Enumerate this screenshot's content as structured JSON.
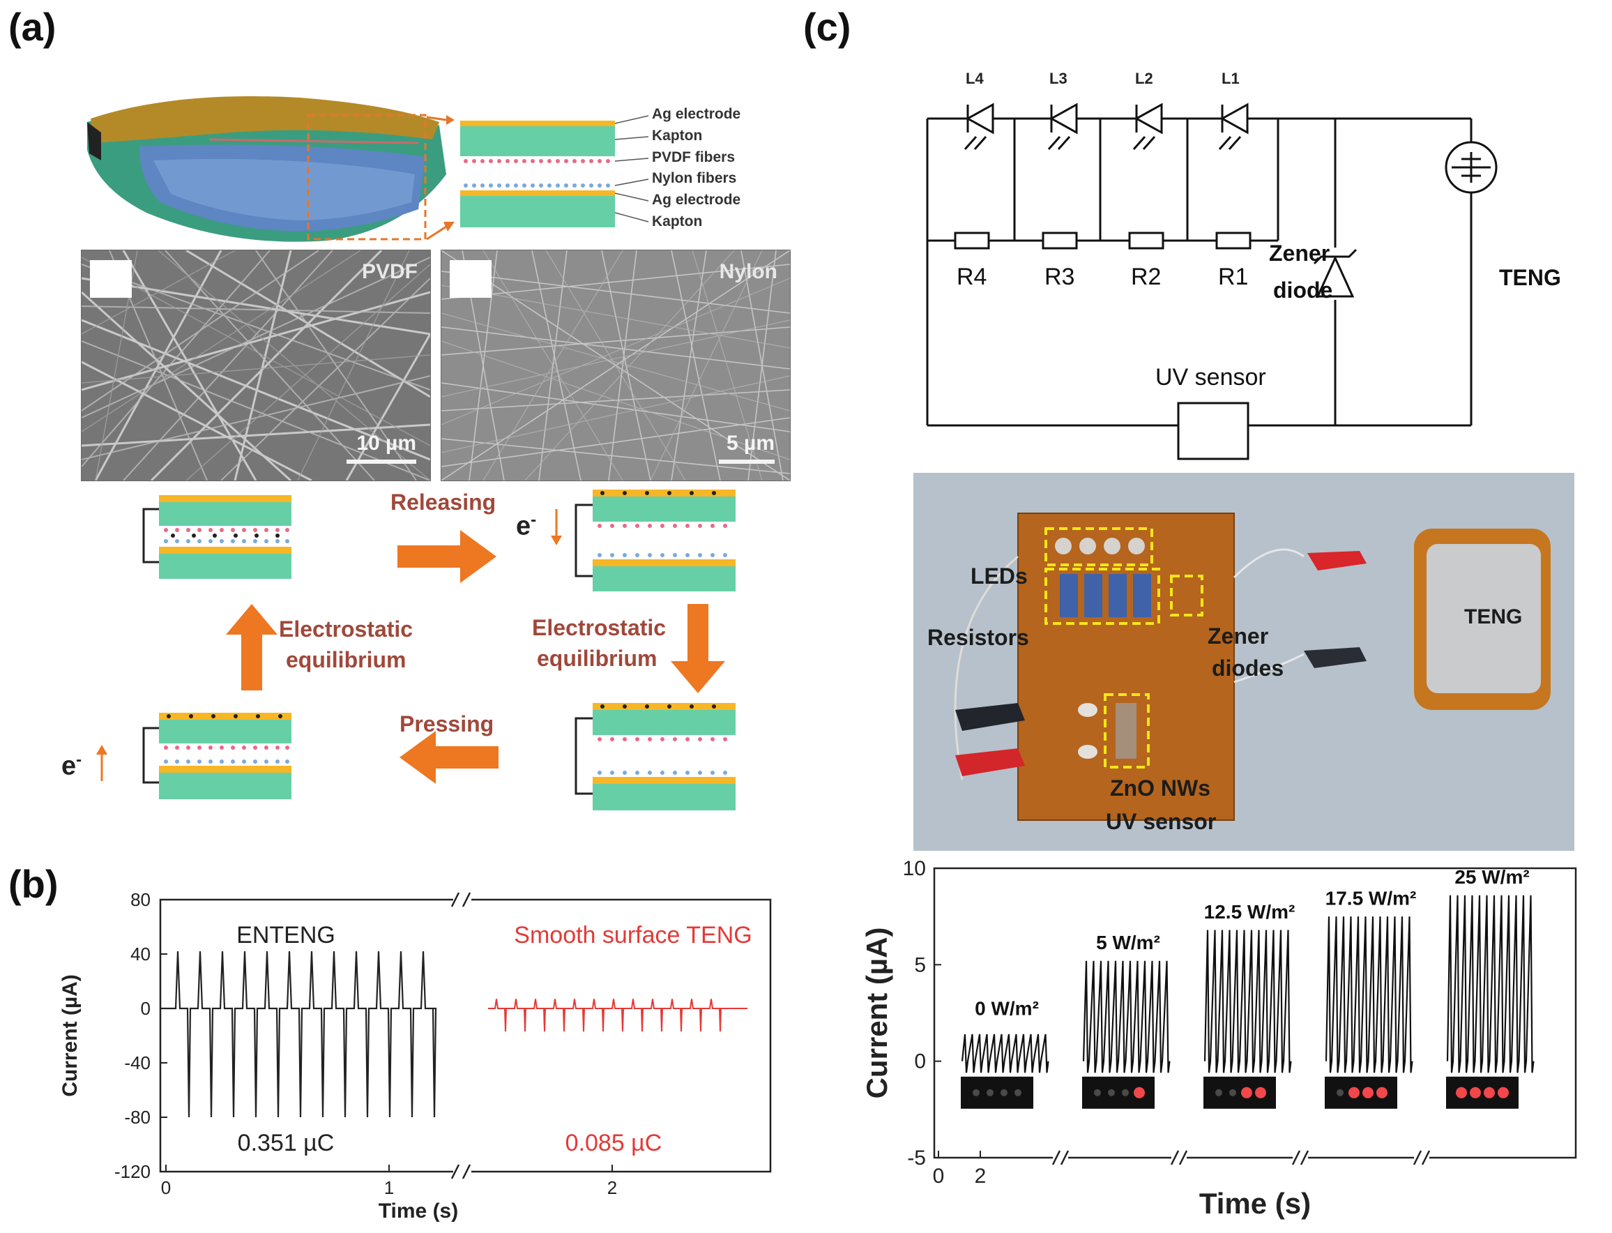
{
  "figure": {
    "panel_labels": {
      "a": "(a)",
      "b": "(b)",
      "c": "(c)"
    },
    "layer_stack": {
      "labels": [
        "Ag electrode",
        "Kapton",
        "PVDF fibers",
        "Nylon fibers",
        "Ag electrode",
        "Kapton"
      ]
    },
    "sem_images": [
      {
        "material": "PVDF",
        "scale": "10 µm"
      },
      {
        "material": "Nylon",
        "scale": "5 µm"
      }
    ],
    "mechanism": {
      "releasing": "Releasing",
      "pressing": "Pressing",
      "equilibrium_left_1": "Electrostatic",
      "equilibrium_left_2": "equilibrium",
      "equilibrium_right_1": "Electrostatic",
      "equilibrium_right_2": "equilibrium",
      "electron": "e",
      "electron_sup": "-"
    },
    "circuit": {
      "led_labels": [
        "L4",
        "L3",
        "L2",
        "L1"
      ],
      "resistor_labels": [
        "R4",
        "R3",
        "R2",
        "R1"
      ],
      "zener_1": "Zener",
      "zener_2": "diode",
      "teng": "TENG",
      "uv_sensor": "UV sensor"
    },
    "photo": {
      "leds": "LEDs",
      "resistors": "Resistors",
      "zener_1": "Zener",
      "zener_2": "diodes",
      "teng": "TENG",
      "zno": "ZnO NWs",
      "uv_sensor": "UV sensor"
    }
  },
  "chart_data": [
    {
      "type": "line",
      "panel": "b",
      "xlabel": "Time (s)",
      "ylabel": "Current (µA)",
      "ylim": [
        -120,
        80
      ],
      "yticks": [
        80,
        40,
        0,
        -40,
        -80,
        -120
      ],
      "xticks": [
        0,
        1,
        2
      ],
      "axis_break": true,
      "series": [
        {
          "name": "ENTENG",
          "color": "#222222",
          "pulses": 12,
          "peak_positive": 42,
          "peak_negative": -80,
          "charge": "0.351 µC"
        },
        {
          "name": "Smooth surface TENG",
          "color": "#e53935",
          "pulses": 12,
          "peak_positive": 7,
          "peak_negative": -17,
          "charge": "0.085 µC"
        }
      ]
    },
    {
      "type": "line",
      "panel": "c",
      "xlabel": "Time (s)",
      "ylabel": "Current (µA)",
      "ylim": [
        -5,
        10
      ],
      "yticks": [
        10,
        5,
        0,
        -5
      ],
      "xticks": [
        0,
        2
      ],
      "axis_breaks": 4,
      "series": [
        {
          "name": "0 W/m²",
          "intensity": "0",
          "peak": 1.4,
          "lit_leds": 0
        },
        {
          "name": "5 W/m²",
          "intensity": "5",
          "peak": 5.2,
          "lit_leds": 1
        },
        {
          "name": "12.5 W/m²",
          "intensity": "12.5",
          "peak": 6.8,
          "lit_leds": 2
        },
        {
          "name": "17.5 W/m²",
          "intensity": "17.5",
          "peak": 7.5,
          "lit_leds": 3
        },
        {
          "name": "25 W/m²",
          "intensity": "25",
          "peak": 8.6,
          "lit_leds": 4
        }
      ]
    }
  ]
}
